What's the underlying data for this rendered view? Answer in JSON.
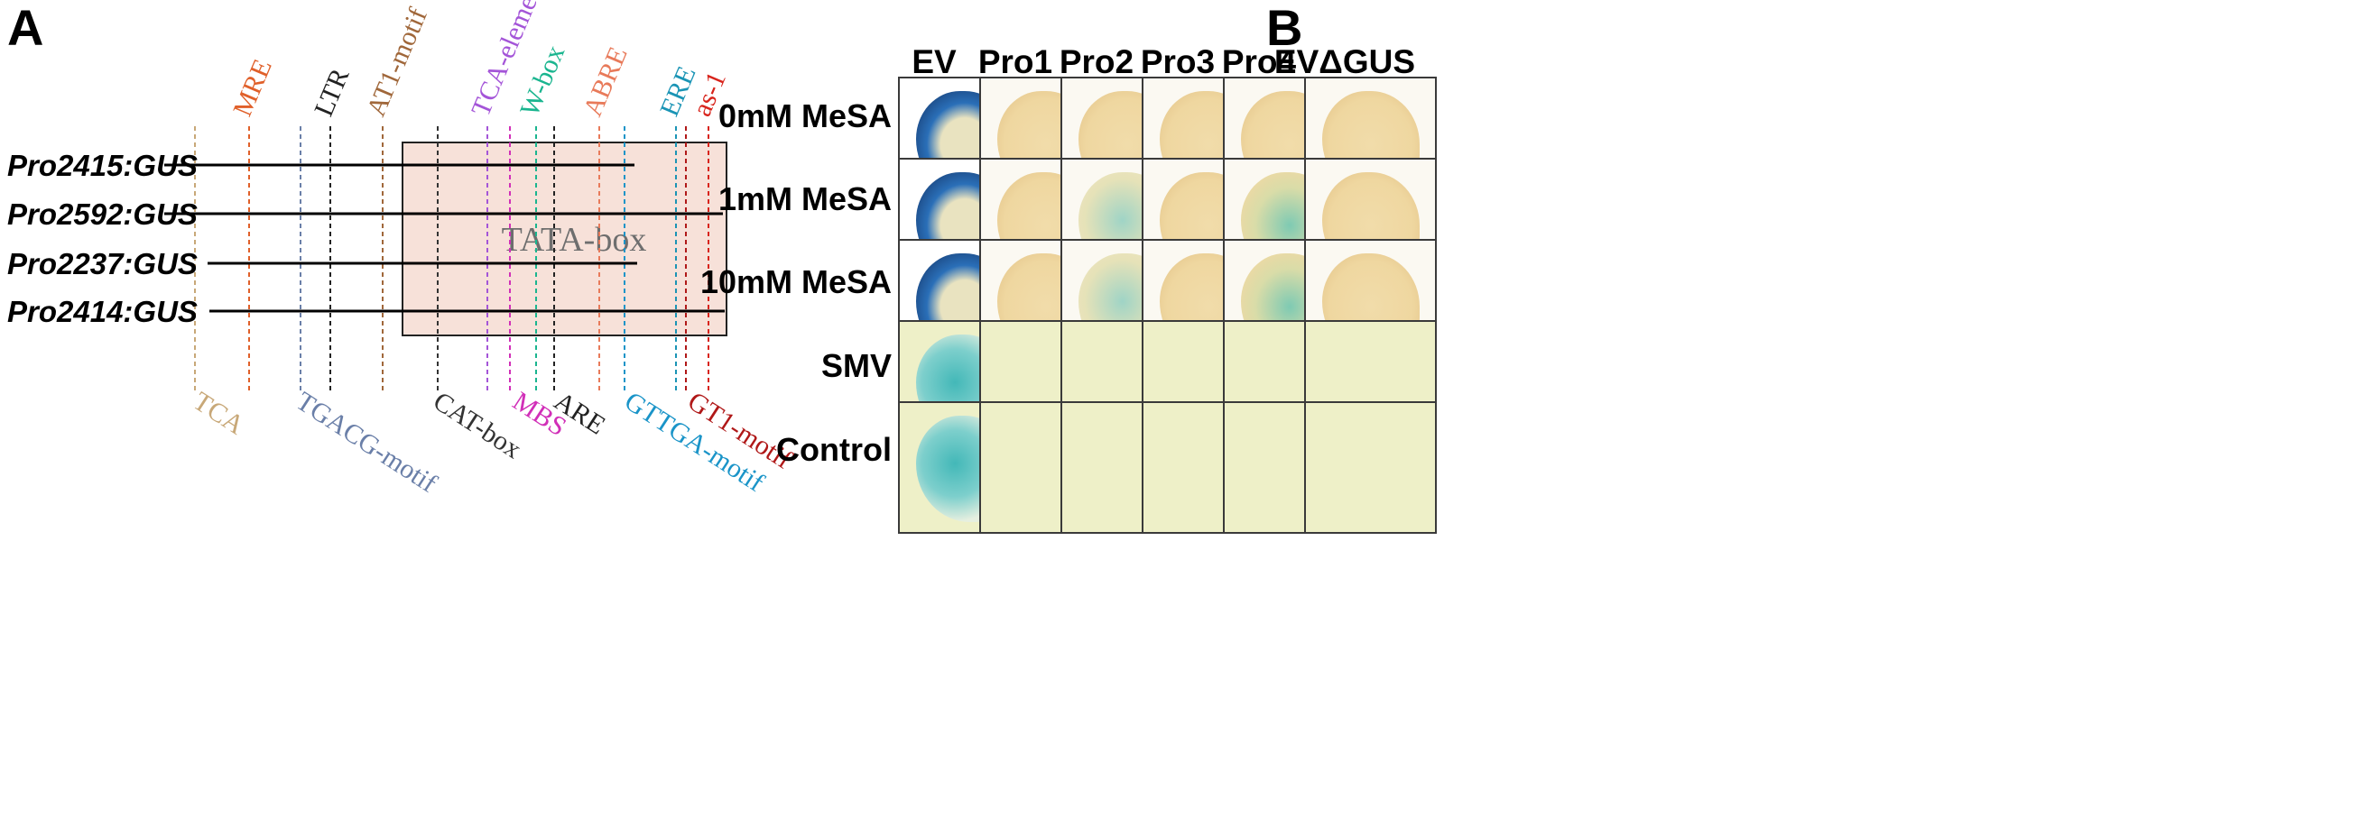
{
  "panelA": {
    "letter": "A",
    "constructs": [
      "Pro2415:GUS",
      "Pro2592:GUS",
      "Pro2237:GUS",
      "Pro2414:GUS"
    ],
    "box_label": "TATA-box",
    "top_motifs": [
      {
        "name": "MRE",
        "color": "#e0602a"
      },
      {
        "name": "LTR",
        "color": "#222222"
      },
      {
        "name": "AT1-motif",
        "color": "#a0673a"
      },
      {
        "name": "TCA-element",
        "color": "#a455d8"
      },
      {
        "name": "W-box",
        "color": "#1ab58f"
      },
      {
        "name": "ABRE",
        "color": "#e87a5a"
      },
      {
        "name": "ERE",
        "color": "#1a94b5"
      },
      {
        "name": "as-1",
        "color": "#d8241c"
      }
    ],
    "bottom_motifs": [
      {
        "name": "TCA",
        "color": "#c8a878"
      },
      {
        "name": "TGACG-motif",
        "color": "#6a7fa8"
      },
      {
        "name": "CAT-box",
        "color": "#333333"
      },
      {
        "name": "MBS",
        "color": "#d12fb8"
      },
      {
        "name": "ARE",
        "color": "#222222"
      },
      {
        "name": "GTTGA-motif",
        "color": "#1a94c8"
      },
      {
        "name": "GT1-motif",
        "color": "#b01818"
      }
    ],
    "box_color": "#f7e1d9"
  },
  "panelB": {
    "letter": "B",
    "columns": [
      "EV",
      "Pro1",
      "Pro2",
      "Pro3",
      "Pro4",
      "EVΔGUS"
    ],
    "rows": [
      "0mM MeSA",
      "1mM MeSA",
      "10mM MeSA",
      "SMV",
      "Control"
    ],
    "stain_colors": {
      "blue": "#2a6fb8",
      "teal": "#43b8b8",
      "tan": "#f1dcaa",
      "pale": "#eef0c8"
    }
  }
}
